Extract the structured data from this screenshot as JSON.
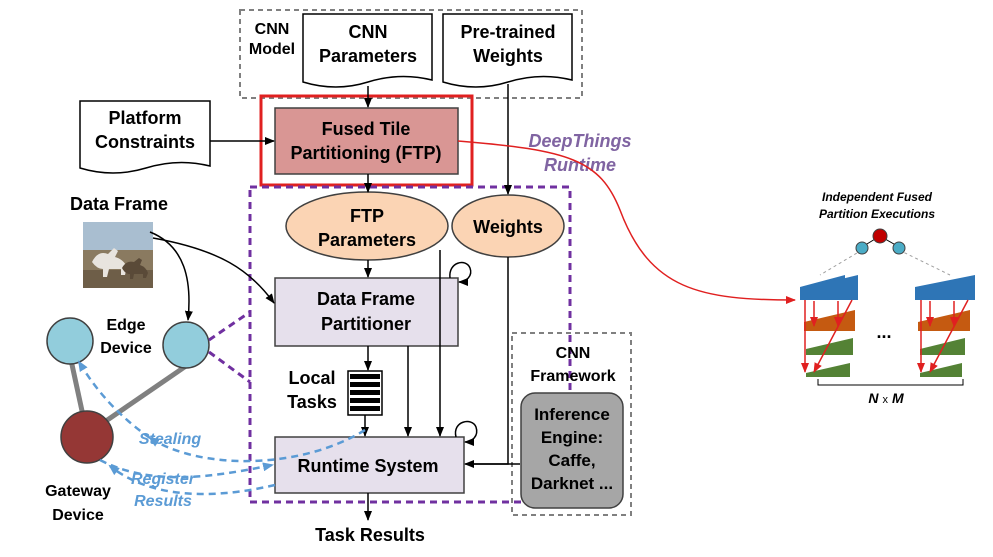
{
  "cnn_model": {
    "line1": "CNN",
    "line2": "Model"
  },
  "cnn_parameters": {
    "line1": "CNN",
    "line2": "Parameters"
  },
  "pretrained_weights": {
    "line1": "Pre-trained",
    "line2": "Weights"
  },
  "platform_constraints": {
    "line1": "Platform",
    "line2": "Constraints"
  },
  "ftp": {
    "line1": "Fused Tile",
    "line2": "Partitioning (FTP)"
  },
  "runtime_label": {
    "line1": "DeepThings",
    "line2": "Runtime"
  },
  "ftp_parameters": {
    "line1": "FTP",
    "line2": "Parameters"
  },
  "weights": "Weights",
  "data_frame": "Data Frame",
  "partitioner": {
    "line1": "Data Frame",
    "line2": "Partitioner"
  },
  "edge_device": {
    "line1": "Edge",
    "line2": "Device"
  },
  "local_tasks": {
    "line1": "Local",
    "line2": "Tasks"
  },
  "runtime_system": "Runtime System",
  "stealing": "Stealing",
  "register_results": {
    "line1": "Register",
    "line2": "Results"
  },
  "gateway_device": {
    "line1": "Gateway",
    "line2": "Device"
  },
  "task_results": "Task Results",
  "cnn_framework": {
    "line1": "CNN",
    "line2": "Framework"
  },
  "inference_engine": {
    "line1": "Inference",
    "line2": "Engine:",
    "line3": "Caffe,",
    "line4": "Darknet ..."
  },
  "independent": {
    "line1": "Independent Fused",
    "line2": "Partition Executions"
  },
  "ellipsis": "...",
  "nxm": {
    "n": "N",
    "x": "x",
    "m": "M"
  },
  "colors": {
    "ftp_fill": "#d99694",
    "ftp_border_outer": "#e02020",
    "purple_dash": "#7030a0",
    "runtime_label": "#8064a2",
    "lavender_box": "#e6e0ec",
    "peach_ellipse": "#fbd4b4",
    "teal_device": "#92cddc",
    "gateway": "#953735",
    "blue_dash": "#5b9bd5",
    "inference_gray": "#a6a6a6",
    "layer_blue": "#2e75b6",
    "layer_orange": "#c55a11",
    "layer_green": "#548235"
  }
}
